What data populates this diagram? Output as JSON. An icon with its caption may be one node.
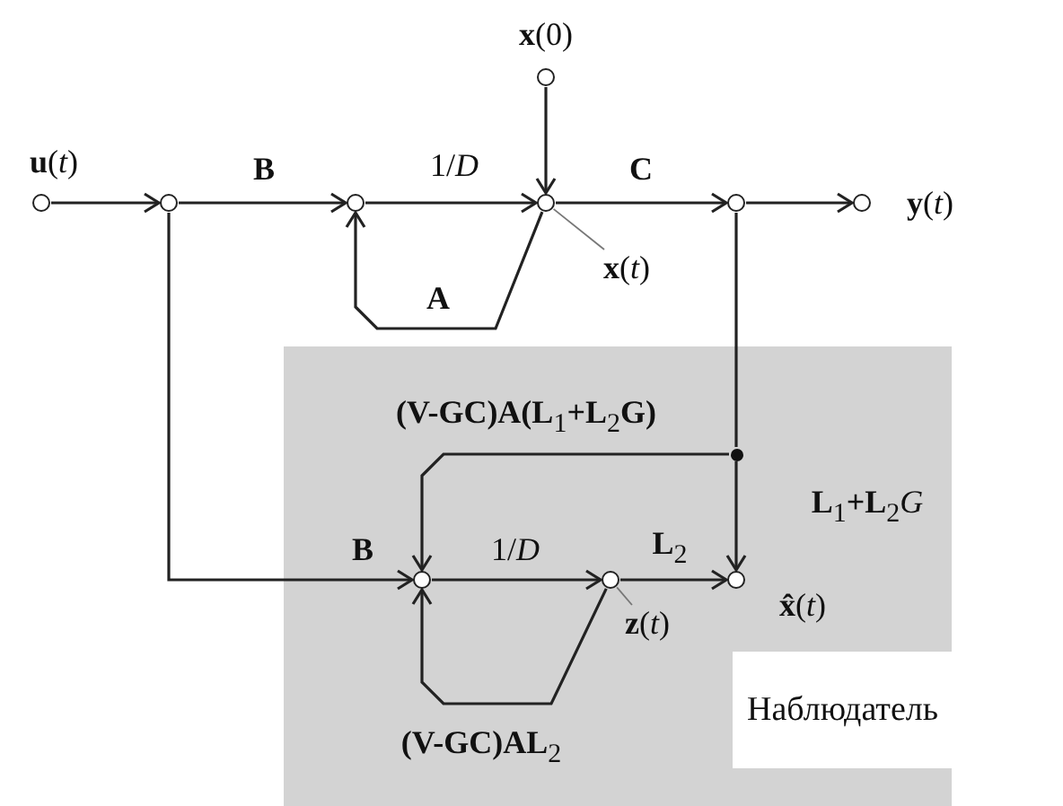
{
  "diagram": {
    "nodes": [
      {
        "text": [],
        "shape": "circle",
        "beside": [
          "**u**(*t*)"
        ]
      },
      {
        "text": [],
        "shape": "circle"
      },
      {
        "text": [],
        "shape": "circle"
      },
      {
        "text": [],
        "shape": "circle"
      },
      {
        "text": [],
        "shape": "circle",
        "beside": [
          "**x**(0)"
        ]
      },
      {
        "text": [],
        "shape": "circle"
      },
      {
        "text": [],
        "shape": "circle",
        "beside": [
          "**y**(*t*)"
        ]
      },
      {
        "text": [
          "Наблюдатель"
        ]
      },
      {
        "text": [],
        "shape": "circle",
        "in": 7
      },
      {
        "text": [],
        "shape": "circle",
        "in": 7
      },
      {
        "text": [],
        "shape": "circle",
        "in": 7
      },
      {
        "text": [],
        "shape": "circle",
        "in": 7,
        "beside": [
          "**x̂**(*t*)"
        ]
      },
      {
        "text": [
          "**x**(*t*)"
        ]
      },
      {
        "text": [
          "**z**(*t*)"
        ],
        "in": 7
      }
    ],
    "edges": [
      {
        "from": 0,
        "to": 1,
        "arrow": "to"
      },
      {
        "from": 1,
        "to": 2,
        "arrow": "to",
        "label": "**B**"
      },
      {
        "from": 2,
        "to": 3,
        "arrow": "to",
        "label": "1/*D*"
      },
      {
        "from": 3,
        "to": 2,
        "arrow": "to",
        "label": "**A**"
      },
      {
        "from": 4,
        "to": 3,
        "arrow": "to"
      },
      {
        "from": 3,
        "to": 5,
        "arrow": "to",
        "label": "**C**"
      },
      {
        "from": 5,
        "to": 6,
        "arrow": "to"
      },
      {
        "from": 1,
        "to": 9,
        "arrow": "to",
        "label": "**B**"
      },
      {
        "from": 5,
        "to": 8,
        "arrow": "none"
      },
      {
        "from": 8,
        "to": 11,
        "arrow": "to",
        "label": "**L**$_{1}$**+L**$_{2}$*G*"
      },
      {
        "from": 8,
        "to": 9,
        "arrow": "to",
        "label": "**(V-GC)A(L**$_{1}$**+L**$_{2}$**G)**"
      },
      {
        "from": 9,
        "to": 10,
        "arrow": "to",
        "label": "1/*D*"
      },
      {
        "from": 10,
        "to": 11,
        "arrow": "to",
        "label": "**L**$_{2}$"
      },
      {
        "from": 10,
        "to": 9,
        "arrow": "to",
        "label": "**(V-GC)AL**$_{2}$"
      },
      {
        "from": 12,
        "to": 3,
        "arrow": "none"
      },
      {
        "from": 13,
        "to": 10,
        "arrow": "none"
      }
    ]
  }
}
